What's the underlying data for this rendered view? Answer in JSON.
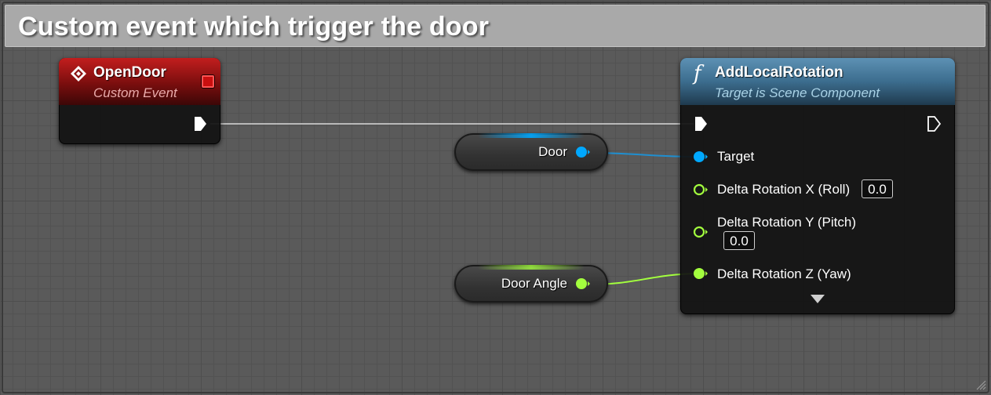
{
  "comment": {
    "title": "Custom event which trigger the door",
    "header_color": "#a9a9a9"
  },
  "event_node": {
    "title": "OpenDoor",
    "subtitle": "Custom Event",
    "icon": "custom-event-icon",
    "header_color": "#c21e1e"
  },
  "function_node": {
    "title": "AddLocalRotation",
    "subtitle": "Target is Scene Component",
    "icon": "function-icon",
    "header_color": "#3c6d8e",
    "pins": {
      "target": "Target",
      "delta_x": {
        "label": "Delta Rotation X (Roll)",
        "value": "0.0"
      },
      "delta_y": {
        "label": "Delta Rotation Y (Pitch)",
        "value": "0.0"
      },
      "delta_z": {
        "label": "Delta Rotation Z (Yaw)"
      }
    },
    "expand_icon": "chevron-down-icon"
  },
  "variables": {
    "door": {
      "label": "Door",
      "pin_color": "#00a8ff"
    },
    "door_angle": {
      "label": "Door Angle",
      "pin_color": "#a3ff3e"
    }
  },
  "colors": {
    "exec_wire": "#e6e6e6",
    "object_wire": "#1f8fd0",
    "float_wire": "#a3ff3e",
    "grid_background": "#5a5a5a"
  }
}
